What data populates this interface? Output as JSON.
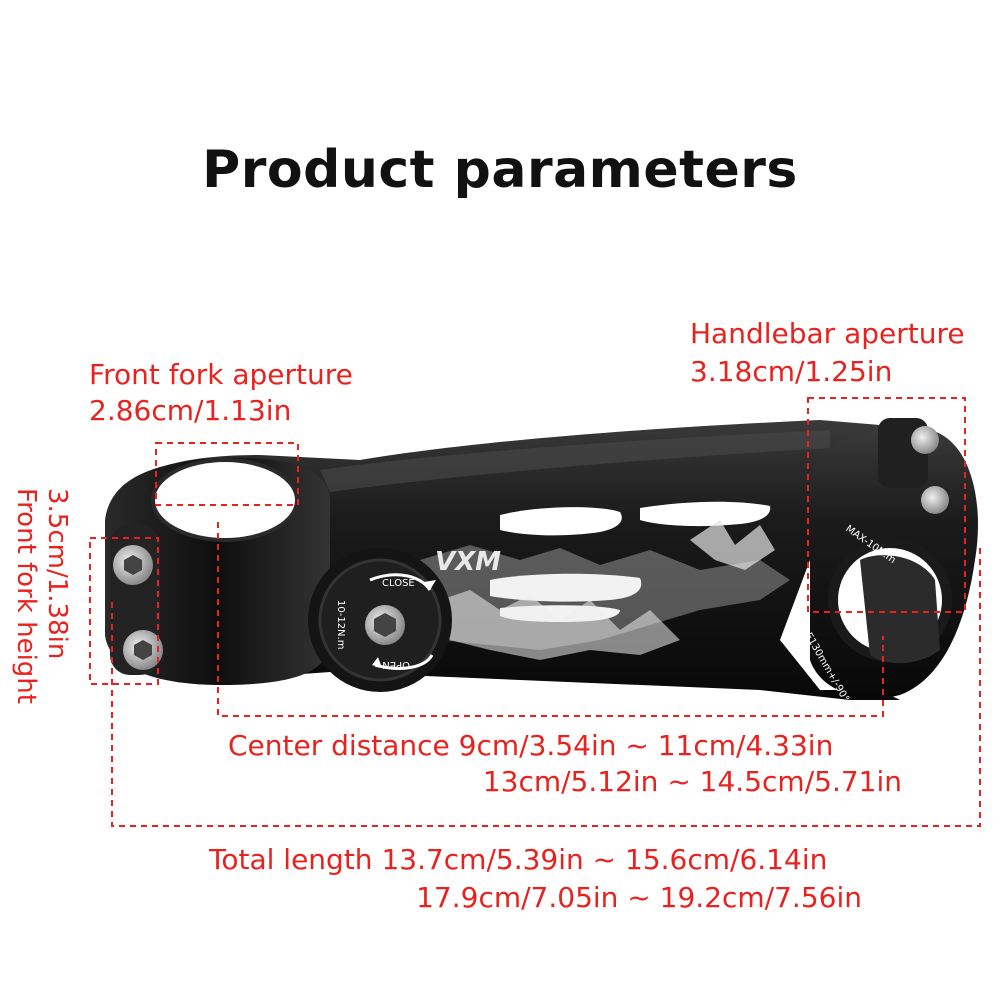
{
  "title": "Product parameters",
  "labels": {
    "front_fork_aperture": {
      "name": "Front fork aperture",
      "value": "2.86cm/1.13in"
    },
    "handlebar_aperture": {
      "name": "Handlebar aperture",
      "value": "3.18cm/1.25in"
    },
    "front_fork_height": {
      "value": "3.5cm/1.38in",
      "name": "Front fork height"
    },
    "center_distance": {
      "line1": "Center distance 9cm/3.54in ~ 11cm/4.33in",
      "line2": "13cm/5.12in ~ 14.5cm/5.71in"
    },
    "total_length": {
      "line1": "Total length 13.7cm/5.39in ~ 15.6cm/6.14in",
      "line2": "17.9cm/7.05in ~ 19.2cm/7.56in"
    }
  },
  "product_text": {
    "brand": "VXM",
    "close": "CLOSE",
    "open": "OPEN",
    "torque": "10-12N.m",
    "max_torque": "MAX-10N.m",
    "angle": "E130mm+/-90°"
  },
  "colors": {
    "dimension": "#e8231f",
    "title": "#111111",
    "stem": "#151515"
  }
}
